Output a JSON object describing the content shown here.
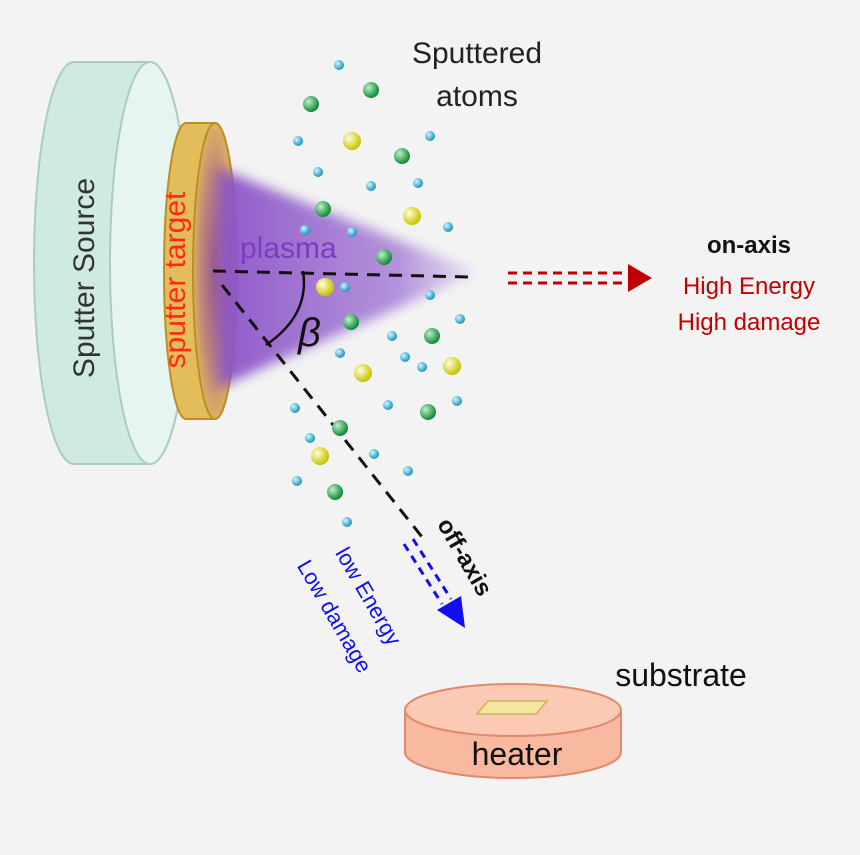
{
  "labels": {
    "sputter_source": "Sputter Source",
    "sputter_target": "sputter target",
    "plasma": "plasma",
    "beta": "β",
    "sputtered_atoms_line1": "Sputtered",
    "sputtered_atoms_line2": "atoms",
    "on_axis": "on-axis",
    "high_energy": "High Energy",
    "high_damage": "High damage",
    "off_axis": "off-axis",
    "low_energy": "low Energy",
    "low_damage": "Low damage",
    "substrate": "substrate",
    "heater": "heater"
  },
  "colors": {
    "background": "#f3f3f3",
    "source_fill": "#cfe9e3",
    "source_stroke": "#a9cdc6",
    "target_fill": "#e3bd5c",
    "target_stroke": "#b98f28",
    "target_text": "#ff2a1a",
    "plasma": "#8e5cc8",
    "plasma_text": "#7a3cc0",
    "on_axis_text": "#c00000",
    "off_axis_text": "#1010ee",
    "arrow_red": "#c00000",
    "arrow_blue": "#1010ee",
    "heater_fill": "#f9b8a0",
    "heater_stroke": "#e08a6c",
    "substrate_fill": "#f3e7a0",
    "atom_cyan": "#2ab4d8",
    "atom_green": "#1aa84a",
    "atom_yellow": "#eaea10"
  },
  "icons": {
    "sputtered_atom": "sphere",
    "on_axis_arrow": "dashed-arrow-right",
    "off_axis_arrow": "dashed-arrow-down"
  }
}
